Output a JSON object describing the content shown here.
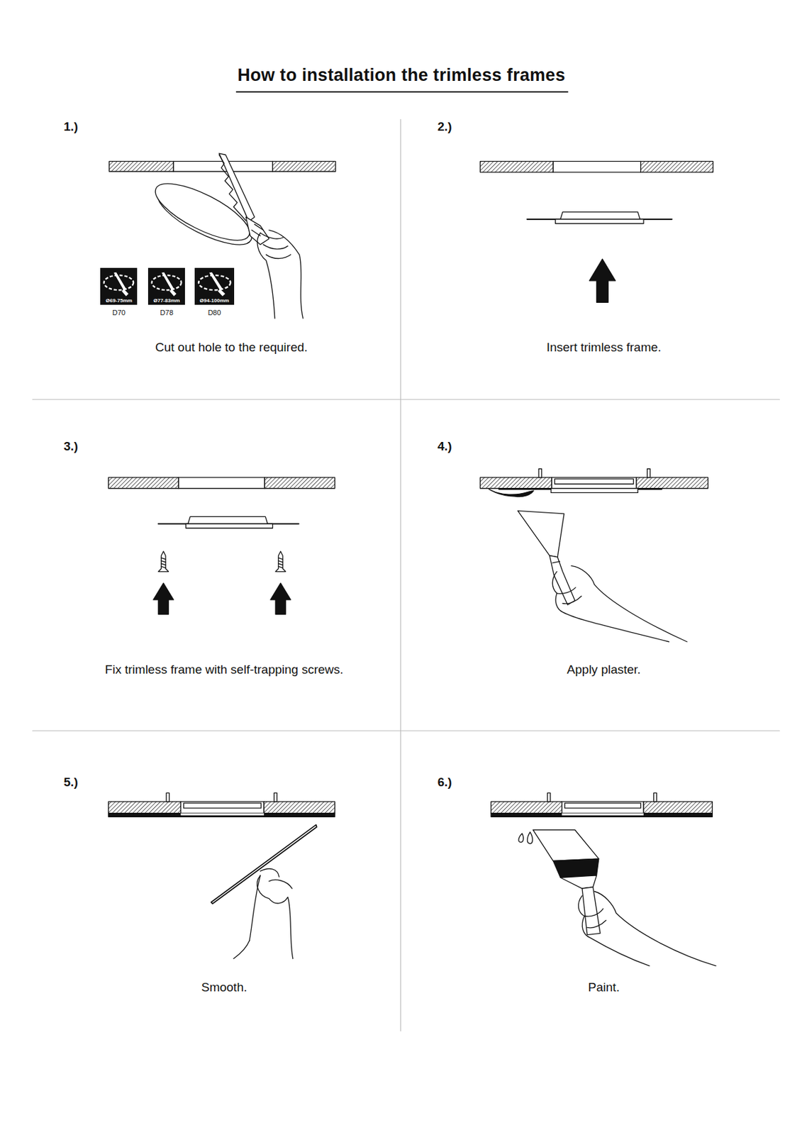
{
  "diagram": {
    "title": "How to installation the trimless frames",
    "nodes": [
      {
        "text": [
          "Ø69-75mm",
          "D70"
        ]
      },
      {
        "text": [
          "Ø77-83mm",
          "D78"
        ]
      },
      {
        "text": [
          "Ø94-100mm",
          "D80"
        ]
      }
    ],
    "labels": [
      "1.)",
      "Cut out hole to the required.",
      "2.)",
      "Insert trimless frame.",
      "3.)",
      "Fix trimless frame with self-trapping screws.",
      "4.)",
      "Apply plaster.",
      "5.)",
      "Smooth.",
      "6.)",
      "Paint."
    ]
  }
}
